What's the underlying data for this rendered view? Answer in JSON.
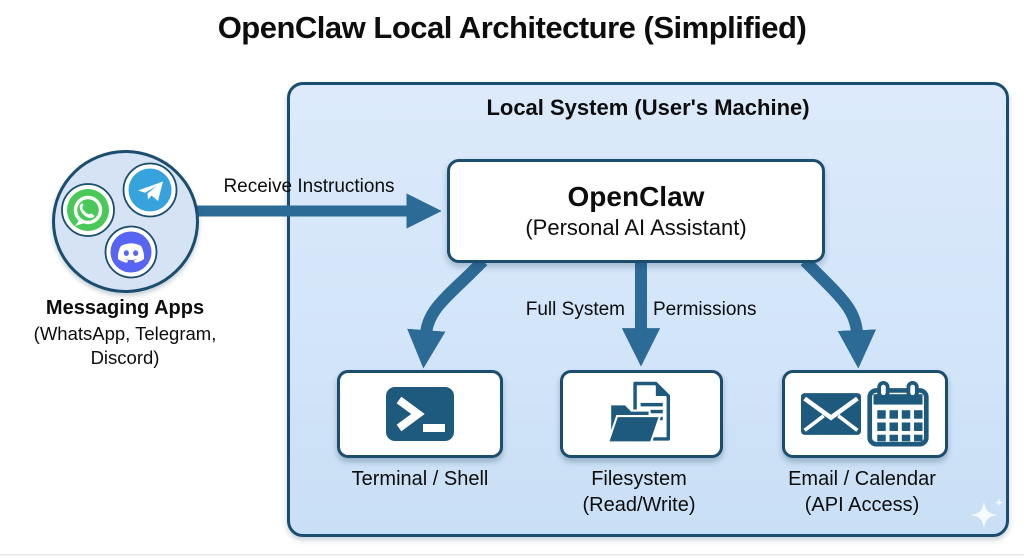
{
  "title": "OpenClaw Local Architecture (Simplified)",
  "messaging": {
    "label": "Messaging Apps",
    "sublabel": "(WhatsApp, Telegram, Discord)",
    "apps": [
      "WhatsApp",
      "Telegram",
      "Discord"
    ]
  },
  "flow": {
    "receive_label": "Receive Instructions",
    "permissions_left": "Full System",
    "permissions_right": "Permissions"
  },
  "local_system": {
    "title": "Local System (User's Machine)",
    "openclaw": {
      "name": "OpenClaw",
      "subtitle": "(Personal AI Assistant)"
    },
    "components": [
      {
        "label": "Terminal / Shell",
        "sublabel": "",
        "icon": "terminal-icon"
      },
      {
        "label": "Filesystem",
        "sublabel": "(Read/Write)",
        "icon": "folder-document-icon"
      },
      {
        "label": "Email / Calendar",
        "sublabel": "(API Access)",
        "icon": "envelope-calendar-icon"
      }
    ]
  },
  "icons": {
    "whatsapp": "whatsapp-icon",
    "telegram": "telegram-icon",
    "discord": "discord-icon",
    "watermark": "sparkle-icon"
  },
  "colors": {
    "outline_blue": "#1a4d6e",
    "arrow_blue": "#2d6b97",
    "panel_fill_top": "#dceafb",
    "panel_fill_bottom": "#c9dff5",
    "circle_fill": "#d5e3f4",
    "icon_fill": "#1e5a7e",
    "whatsapp_green": "#4ac959",
    "telegram_blue": "#37a3dc",
    "discord_blurple": "#5865f2",
    "text": "#0d0d0d",
    "background": "#ffffff"
  }
}
